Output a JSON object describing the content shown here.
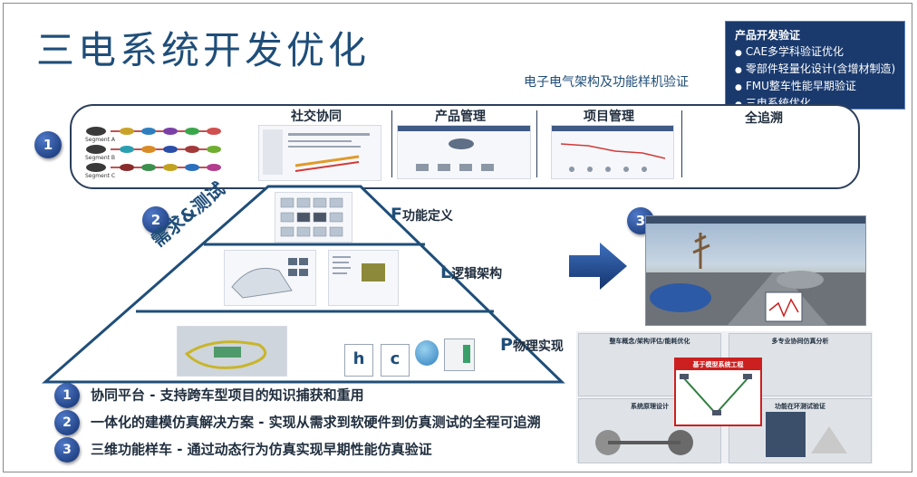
{
  "page": {
    "title": "三电系统开发优化",
    "subtitle": "电子电气架构及功能样机验证"
  },
  "infobox": {
    "heading": "产品开发验证",
    "items": [
      "CAE多学科验证优化",
      "零部件轻量化设计(含增材制造)",
      "FMU整车性能早期验证",
      "三电系统优化"
    ]
  },
  "band": {
    "number": "1",
    "panels": [
      "社交协同",
      "产品管理",
      "项目管理",
      "全追溯"
    ],
    "segments": [
      "Segment A",
      "Segment B",
      "Segment C"
    ]
  },
  "pyramid": {
    "number": "2",
    "side_label": "需求&测试",
    "levels": [
      {
        "cap": "F",
        "rest": "功能定义"
      },
      {
        "cap": "L",
        "rest": "逻辑架构"
      },
      {
        "cap": "P",
        "rest": "物理实现"
      }
    ],
    "icon_letters": [
      "h",
      "c"
    ]
  },
  "right": {
    "number": "3",
    "cells": [
      "整车概念/架构评估/能耗优化",
      "多专业协同仿真分析",
      "系统原理设计",
      "功能在环测试验证"
    ],
    "highlight": "基于模型系统工程"
  },
  "bullets": [
    {
      "num": "1",
      "text": "协同平台 - 支持跨车型项目的知识捕获和重用"
    },
    {
      "num": "2",
      "text": "一体化的建模仿真解决方案 - 实现从需求到软硬件到仿真测试的全程可追溯"
    },
    {
      "num": "3",
      "text": "三维功能样车 - 通过动态行为仿真实现早期性能仿真验证"
    }
  ],
  "colors": {
    "primary": "#1f4e79",
    "accent": "#cc1f1f",
    "box": "#1a3a6e"
  }
}
